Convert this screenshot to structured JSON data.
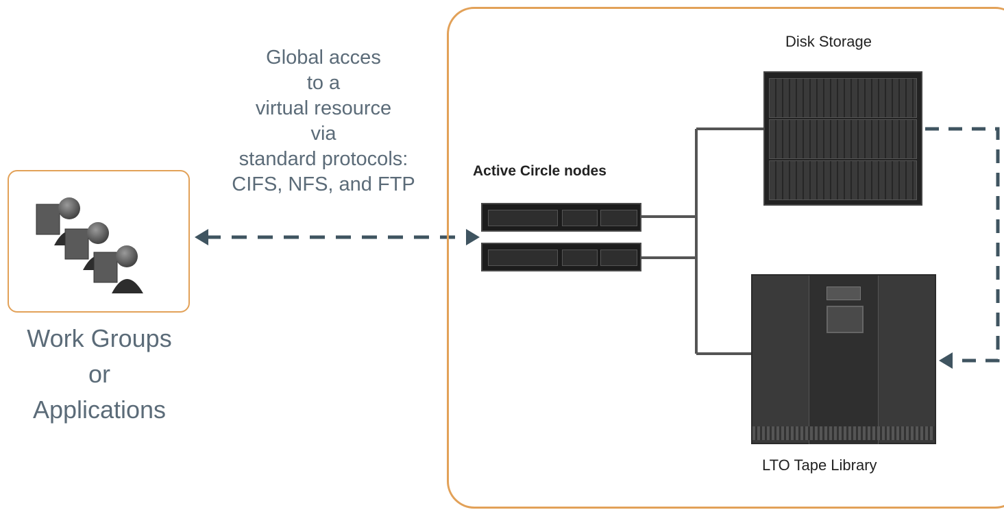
{
  "left": {
    "caption": "Work Groups\nor\nApplications",
    "icon": "workgroup-users-icon"
  },
  "connection": {
    "text": "Global acces\nto a\nvirtual resource\nvia\nstandard protocols:\nCIFS, NFS, and FTP"
  },
  "system": {
    "nodes_label": "Active Circle nodes",
    "disk_label": "Disk Storage",
    "tape_label": "LTO Tape Library"
  },
  "colors": {
    "border_accent": "#e2a158",
    "arrow": "#3f5460",
    "text_gray": "#5b6b78",
    "line": "#555555"
  }
}
